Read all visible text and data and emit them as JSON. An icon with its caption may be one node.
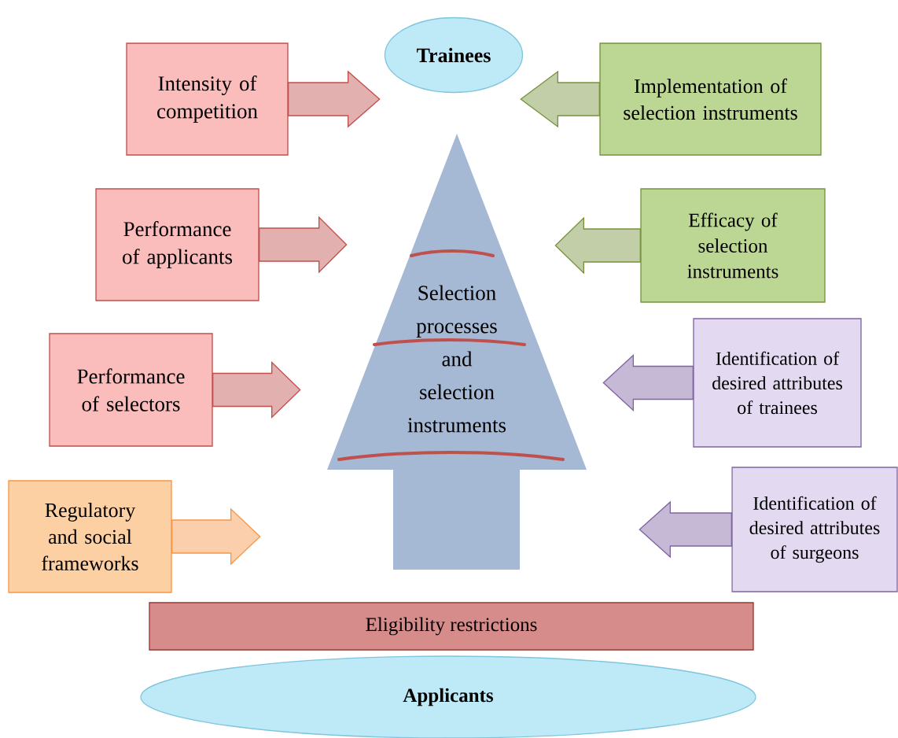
{
  "diagram": {
    "nodes": [
      {
        "text": [
          "Trainees"
        ]
      },
      {
        "text": [
          "Intensity of competition"
        ]
      },
      {
        "text": [
          "Implementation of selection instruments"
        ]
      },
      {
        "text": [
          "Performance of applicants"
        ]
      },
      {
        "text": [
          "Efficacy of selection instruments"
        ]
      },
      {
        "text": [
          "Selection processes and selection instruments"
        ]
      },
      {
        "text": [
          "Performance of selectors"
        ]
      },
      {
        "text": [
          "Identification of desired attributes of trainees"
        ]
      },
      {
        "text": [
          "Regulatory and social frameworks"
        ]
      },
      {
        "text": [
          "Identification of desired attributes of surgeons"
        ]
      },
      {
        "text": [
          "Eligibility restrictions"
        ]
      },
      {
        "text": [
          "Applicants"
        ]
      }
    ],
    "edges": [
      {
        "from": 1,
        "to": null,
        "arrow": "to"
      },
      {
        "from": 2,
        "to": null,
        "arrow": "to",
        "color": "#77933c"
      },
      {
        "from": 3,
        "to": null,
        "arrow": "to"
      },
      {
        "from": 4,
        "to": null,
        "arrow": "to",
        "color": "#77933c"
      },
      {
        "from": 6,
        "to": null,
        "arrow": "to"
      },
      {
        "from": 7,
        "to": null,
        "arrow": "to",
        "color": "#8064a2"
      },
      {
        "from": 8,
        "to": null,
        "arrow": "to",
        "color": "#f79646"
      },
      {
        "from": 9,
        "to": null,
        "arrow": "to",
        "color": "#8064a2"
      }
    ]
  }
}
